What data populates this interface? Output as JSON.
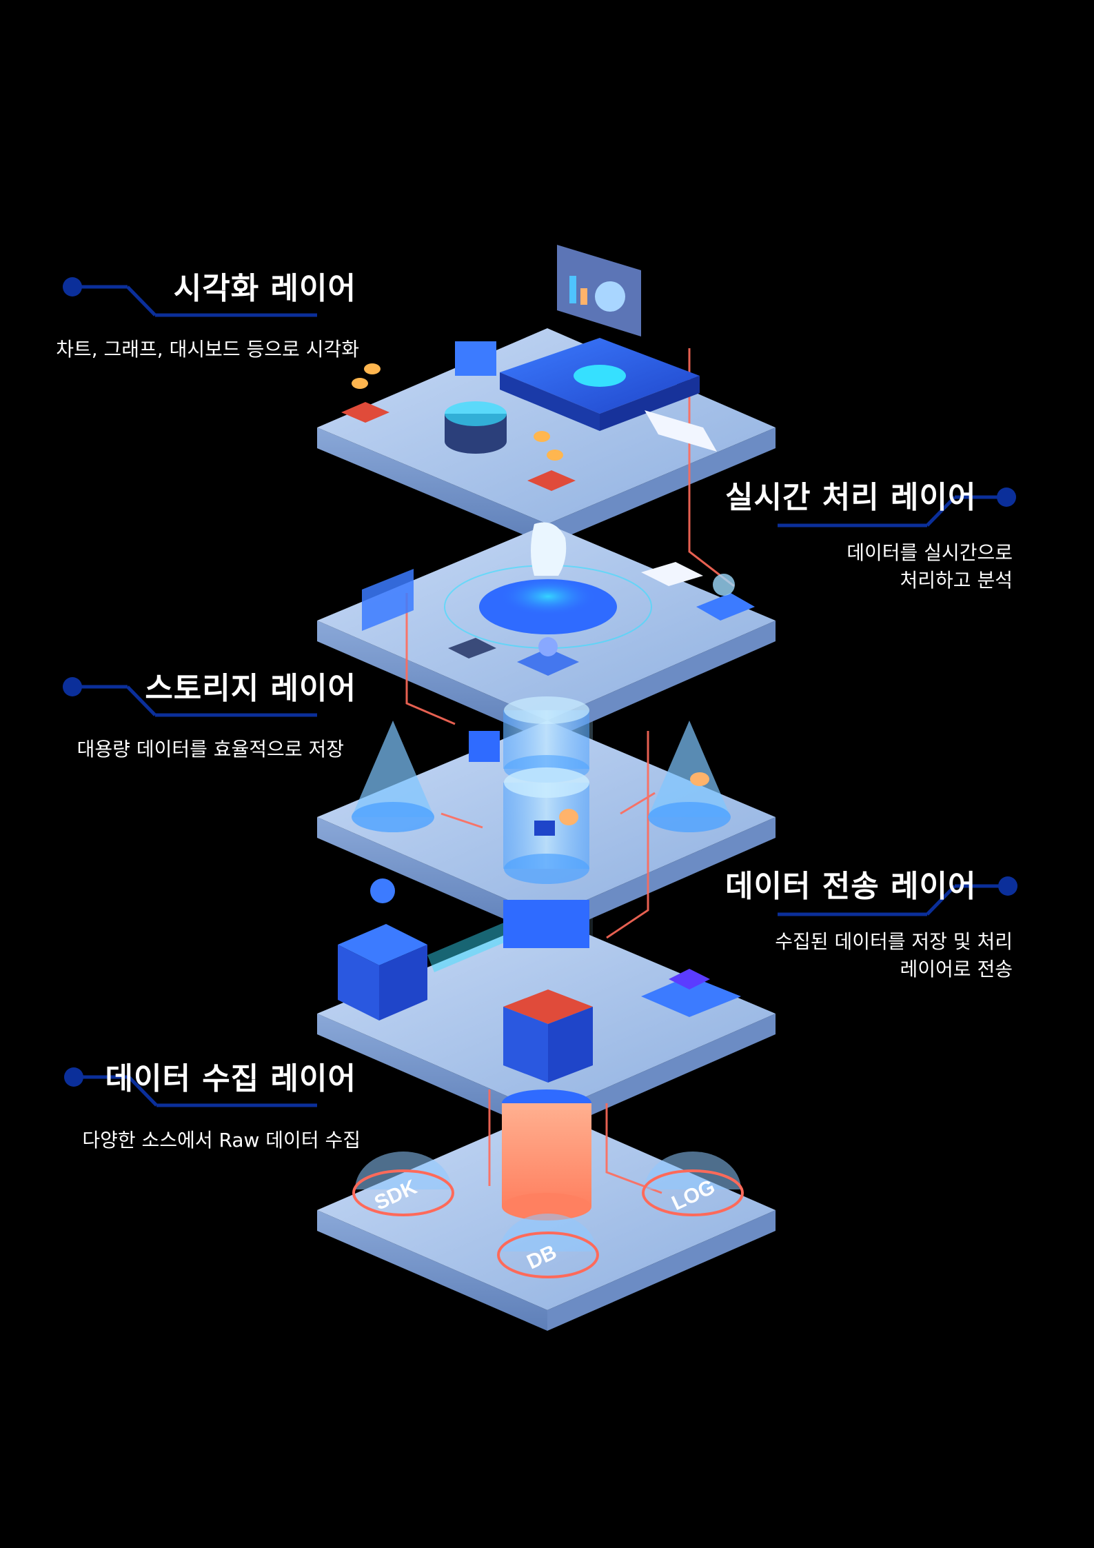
{
  "colors": {
    "background": "#000000",
    "connector": "#0b2f9a",
    "platform_top": "#a9c4ea",
    "platform_side": "#7f9fd1",
    "accent_blue": "#2f6bff",
    "accent_cyan": "#36e0ff",
    "accent_orange": "#ff8a5c",
    "line_red": "#ff6a5a"
  },
  "layers": [
    {
      "id": "visualization",
      "title": "시각화 레이어",
      "description": [
        "차트, 그래프, 대시보드 등으로 시각화"
      ]
    },
    {
      "id": "realtime",
      "title": "실시간 처리 레이어",
      "description": [
        "데이터를 실시간으로",
        "처리하고 분석"
      ]
    },
    {
      "id": "storage",
      "title": "스토리지 레이어",
      "description": [
        "대용량 데이터를 효율적으로 저장"
      ]
    },
    {
      "id": "transport",
      "title": "데이터 전송 레이어",
      "description": [
        "수집된 데이터를 저장 및 처리",
        "레이어로 전송"
      ]
    },
    {
      "id": "collection",
      "title": "데이터 수집 레이어",
      "description": [
        "다양한 소스에서 Raw 데이터 수집"
      ]
    }
  ],
  "sources": {
    "sdk": "SDK",
    "db": "DB",
    "log": "LOG"
  }
}
